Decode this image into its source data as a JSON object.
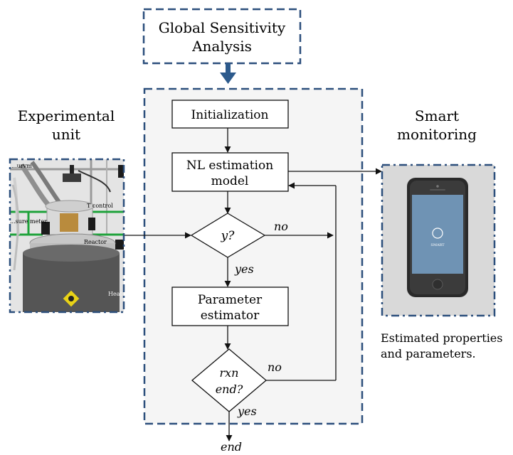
{
  "gsa": {
    "line1": "Global Sensitivity",
    "line2": "Analysis"
  },
  "experimental": {
    "title_line1": "Experimental",
    "title_line2": "unit",
    "labels": {
      "top": "...urvm",
      "tcontrol": "T control",
      "pressure": "...sure meter",
      "reactor": "Reactor",
      "heat": "Heat"
    }
  },
  "smart": {
    "title_line1": "Smart",
    "title_line2": "monitoring",
    "caption_line1": "Estimated properties",
    "caption_line2": "and parameters.",
    "app_label": "SMART"
  },
  "flow": {
    "init": "Initialization",
    "nl_line1": "NL estimation",
    "nl_line2": "model",
    "decision1": "y?",
    "param_line1": "Parameter",
    "param_line2": "estimator",
    "decision2_line1": "rxn",
    "decision2_line2": "end?",
    "no1": "no",
    "yes1": "yes",
    "no2": "no",
    "yes2": "yes",
    "end": "end"
  },
  "colors": {
    "dashed_border": "#2c4f7c",
    "arrow_blue": "#2c5a8c",
    "panel_fill": "#f5f5f5",
    "phone_screen": "#6f93b4",
    "reactor_green": "#1ea23a"
  }
}
